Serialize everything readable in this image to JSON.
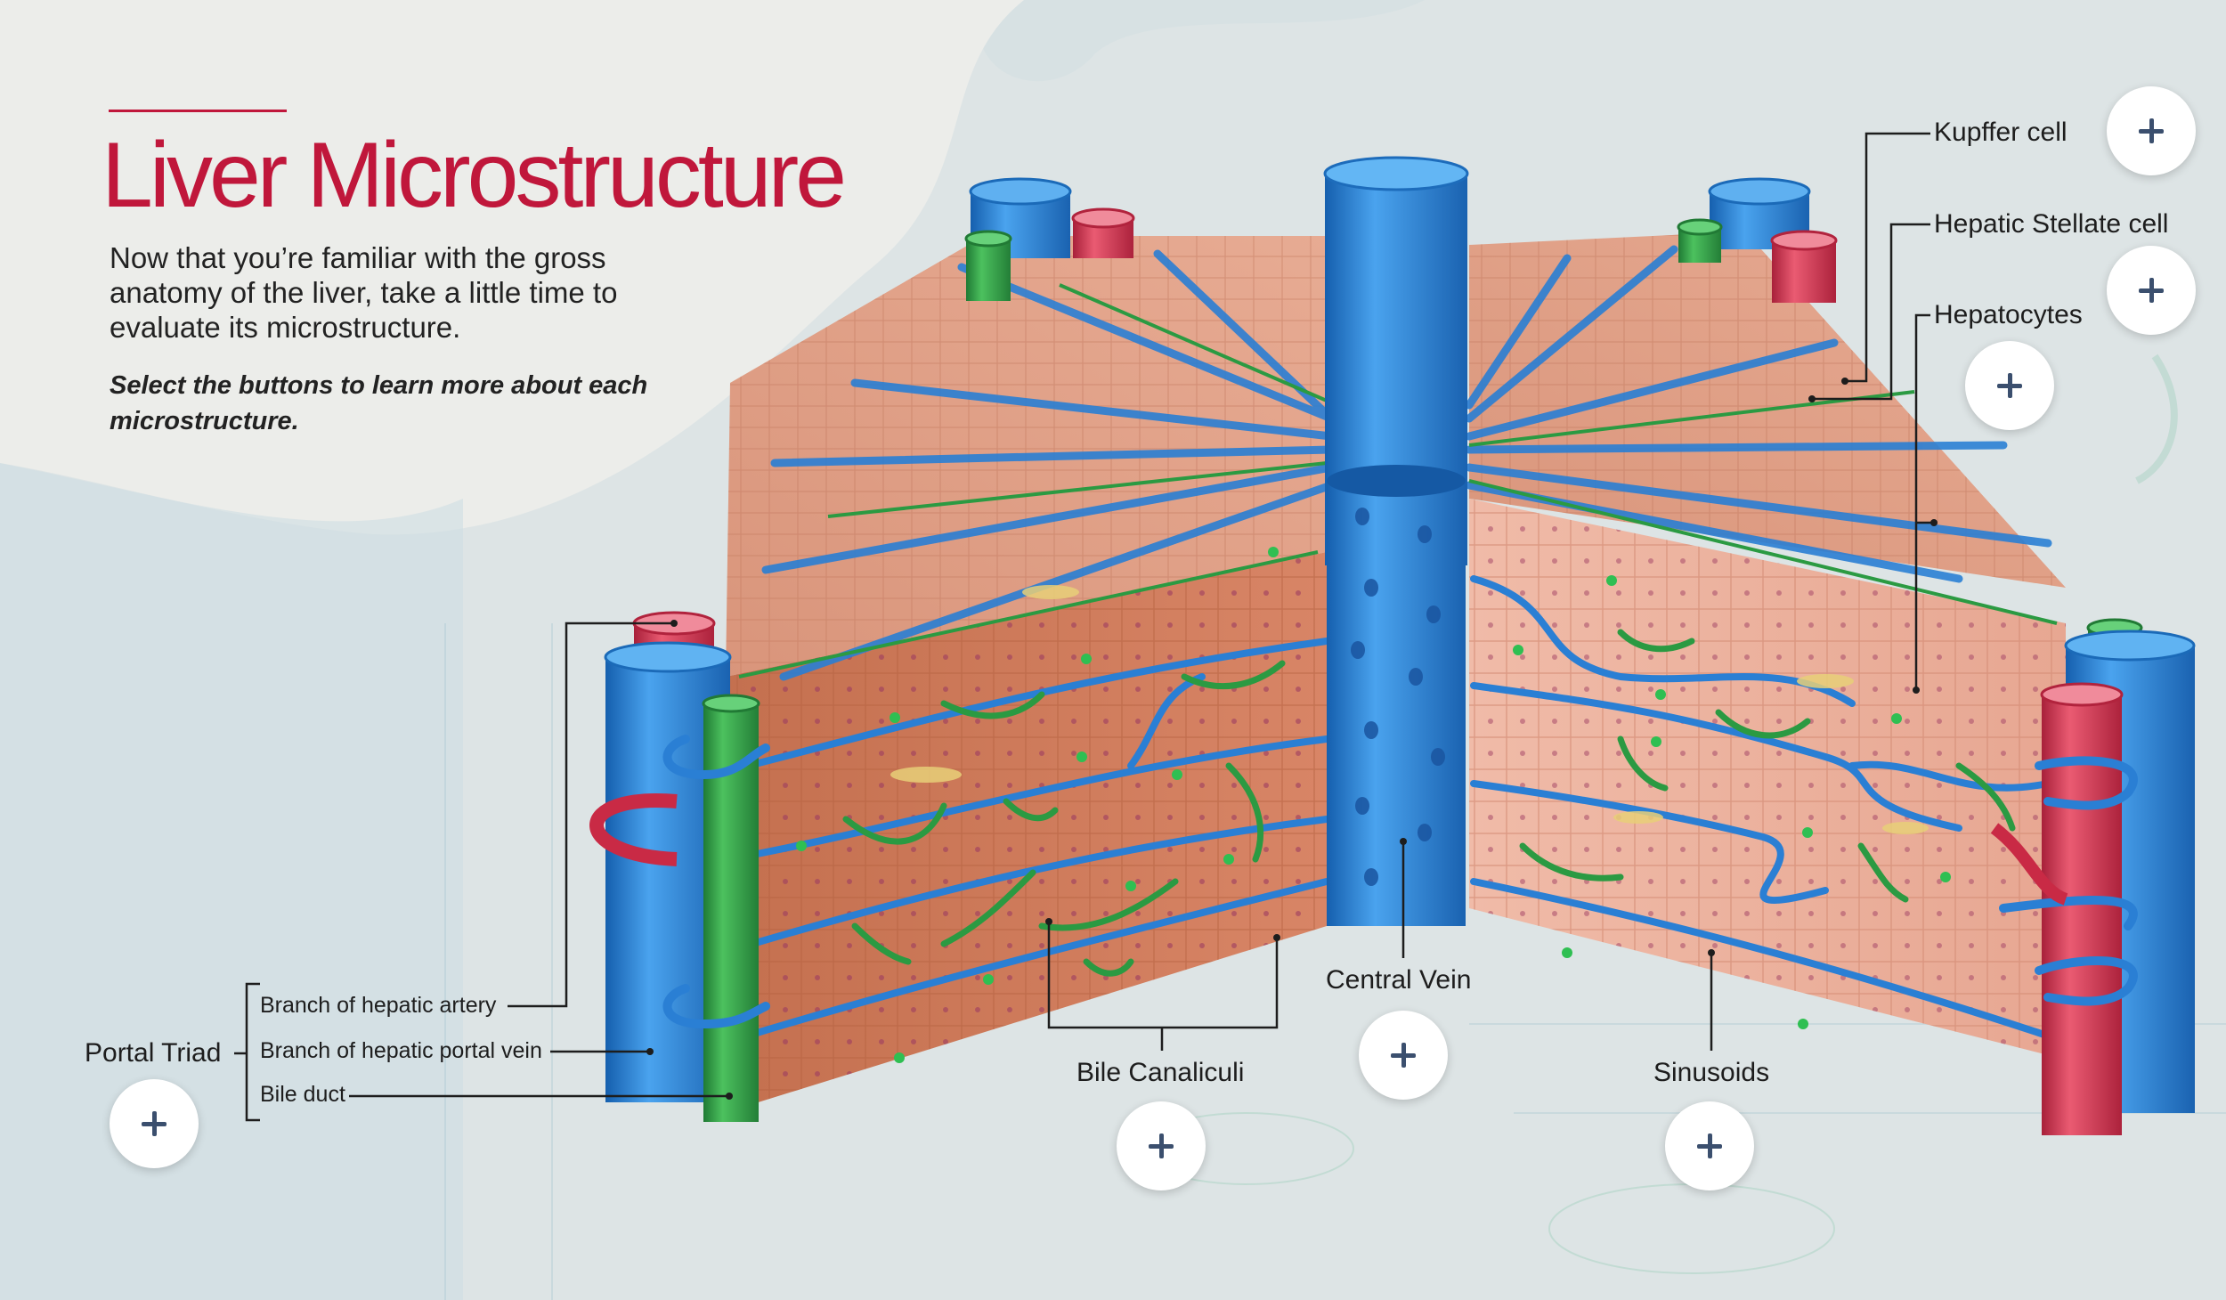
{
  "page": {
    "title": "Liver Microstructure",
    "intro": "Now that you’re familiar with the gross anatomy of the liver, take a little time to evaluate its microstructure.",
    "instruction": "Select the buttons to learn more about each microstructure."
  },
  "labels": {
    "kupffer": "Kupffer cell",
    "stellate": "Hepatic Stellate cell",
    "hepatocytes": "Hepatocytes",
    "portal_triad": "Portal Triad",
    "hepatic_artery": "Branch of hepatic artery",
    "portal_vein": "Branch of hepatic portal vein",
    "bile_duct": "Bile duct",
    "central_vein": "Central Vein",
    "bile_canaliculi": "Bile Canaliculi",
    "sinusoids": "Sinusoids"
  },
  "icons": {
    "button": "plus-icon"
  },
  "colors": {
    "accent": "#c0173b",
    "button_icon": "#3b4f6e",
    "vein_blue": "#2f7fd0",
    "artery_red": "#d2374e",
    "bile_green": "#2f9a44",
    "tissue": "#d58a6e"
  }
}
